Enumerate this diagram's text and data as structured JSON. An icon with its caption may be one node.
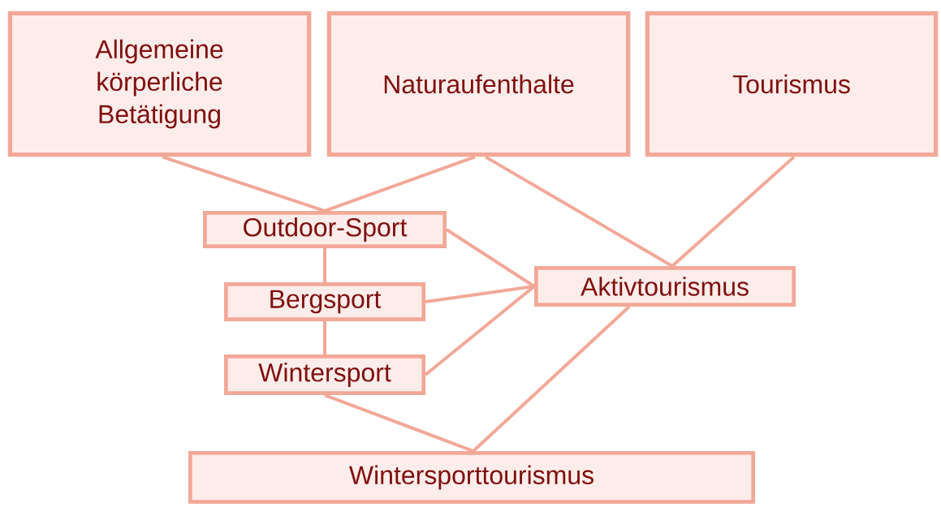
{
  "diagram": {
    "nodes": [
      {
        "text": [
          "Allgemeine körperliche Betätigung"
        ]
      },
      {
        "text": [
          "Naturaufenthalte"
        ]
      },
      {
        "text": [
          "Tourismus"
        ]
      },
      {
        "text": [
          "Outdoor-Sport"
        ]
      },
      {
        "text": [
          "Bergsport"
        ]
      },
      {
        "text": [
          "Wintersport"
        ]
      },
      {
        "text": [
          "Aktivtourismus"
        ]
      },
      {
        "text": [
          "Wintersporttourismus"
        ]
      }
    ],
    "edges": [
      {
        "from": 0,
        "to": 3,
        "arrow": "none"
      },
      {
        "from": 1,
        "to": 3,
        "arrow": "none"
      },
      {
        "from": 1,
        "to": 6,
        "arrow": "none"
      },
      {
        "from": 2,
        "to": 6,
        "arrow": "none"
      },
      {
        "from": 3,
        "to": 4,
        "arrow": "none"
      },
      {
        "from": 4,
        "to": 5,
        "arrow": "none"
      },
      {
        "from": 3,
        "to": 6,
        "arrow": "none"
      },
      {
        "from": 4,
        "to": 6,
        "arrow": "none"
      },
      {
        "from": 5,
        "to": 6,
        "arrow": "none"
      },
      {
        "from": 5,
        "to": 7,
        "arrow": "none"
      },
      {
        "from": 6,
        "to": 7,
        "arrow": "none"
      }
    ]
  }
}
